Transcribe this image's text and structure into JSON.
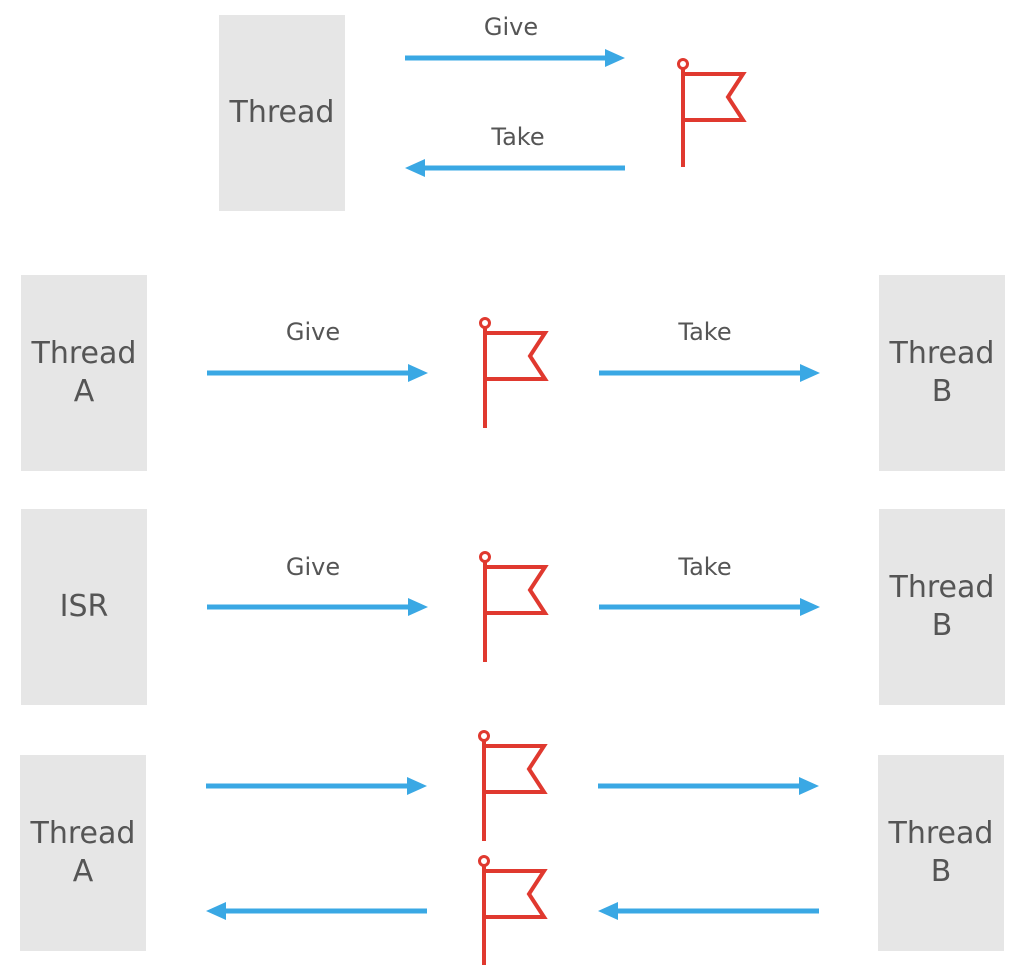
{
  "colors": {
    "arrow": "#3aa8e4",
    "flag": "#e0392f",
    "box_fill": "#e6e6e6",
    "text": "#555555"
  },
  "icons": {
    "flag": "flag-icon",
    "arrow": "arrow-icon"
  },
  "section1": {
    "thread_label": "Thread",
    "give_label": "Give",
    "take_label": "Take"
  },
  "section2": {
    "left_line1": "Thread",
    "left_line2": "A",
    "right_line1": "Thread",
    "right_line2": "B",
    "give_label": "Give",
    "take_label": "Take"
  },
  "section3": {
    "left_label": "ISR",
    "right_line1": "Thread",
    "right_line2": "B",
    "give_label": "Give",
    "take_label": "Take"
  },
  "section4": {
    "left_line1": "Thread",
    "left_line2": "A",
    "right_line1": "Thread",
    "right_line2": "B"
  }
}
